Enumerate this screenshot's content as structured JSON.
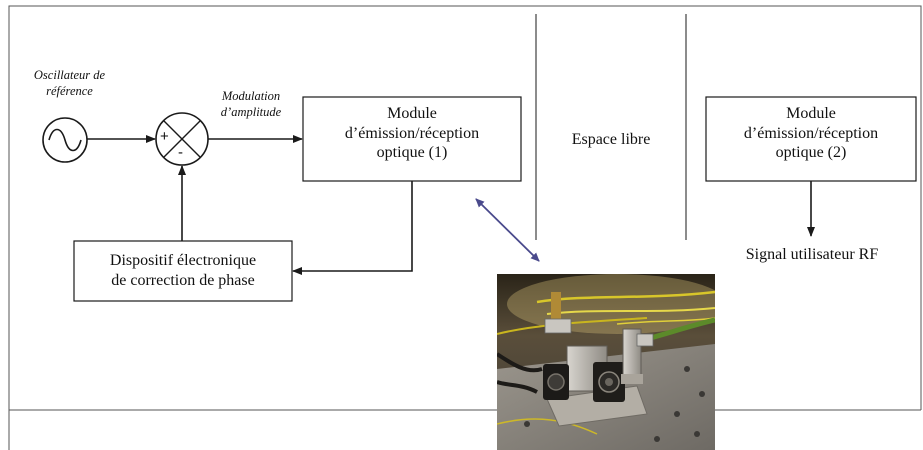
{
  "oscillator_label": [
    "Oscillateur de",
    "référence"
  ],
  "modulation_label": [
    "Modulation",
    "d’amplitude"
  ],
  "mixer": {
    "plus": "+",
    "minus": "-"
  },
  "module1": [
    "Module",
    "d’émission/réception",
    "optique (1)"
  ],
  "free_space": "Espace libre",
  "module2": [
    "Module",
    "d’émission/réception",
    "optique (2)"
  ],
  "phase_correction": [
    "Dispositif électronique",
    "de correction de phase"
  ],
  "output_label": "Signal utilisateur RF",
  "colors": {
    "line": "#1a1a1a",
    "double_arrow": "#4a4a8c",
    "photo_metal": "#8a8680",
    "photo_fiber": "#c8b820"
  }
}
